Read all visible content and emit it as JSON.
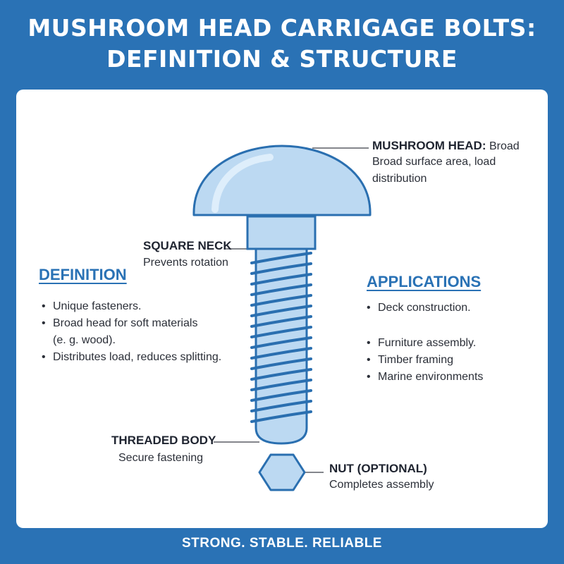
{
  "title": {
    "line1": "MUSHROOM HEAD CARRIGAGE BOLTS:",
    "line2": "DEFINITION & STRUCTURE"
  },
  "callouts": {
    "mushroom_head": {
      "label": "MUSHROOM HEAD:",
      "label_suffix": " Broad",
      "desc_line1": "Broad surface area, load",
      "desc_line2": "distribution"
    },
    "square_neck": {
      "label": "SQUARE NECK",
      "desc": "Prevents rotation"
    },
    "threaded_body": {
      "label": "THREADED BODY",
      "desc": "Secure fastening"
    },
    "nut": {
      "label": "NUT (OPTIONAL)",
      "desc": "Completes assembly"
    }
  },
  "definition": {
    "heading": "DEFINITION",
    "items": [
      {
        "text": "Unique fasteners."
      },
      {
        "text": "Broad head for soft materials",
        "cont": "(e. g. wood)."
      },
      {
        "text": "Distributes load, reduces splitting."
      }
    ]
  },
  "applications": {
    "heading": "APPLICATIONS",
    "items": [
      "Deck construction.",
      "Furniture assembly.",
      "Timber framing",
      "Marine environments"
    ]
  },
  "footer": "STRONG. STABLE. RELIABLE",
  "colors": {
    "background": "#2a72b5",
    "panel": "#ffffff",
    "bolt_fill": "#bcd9f2",
    "bolt_stroke": "#2a6fb0",
    "heading": "#2a72b5"
  }
}
